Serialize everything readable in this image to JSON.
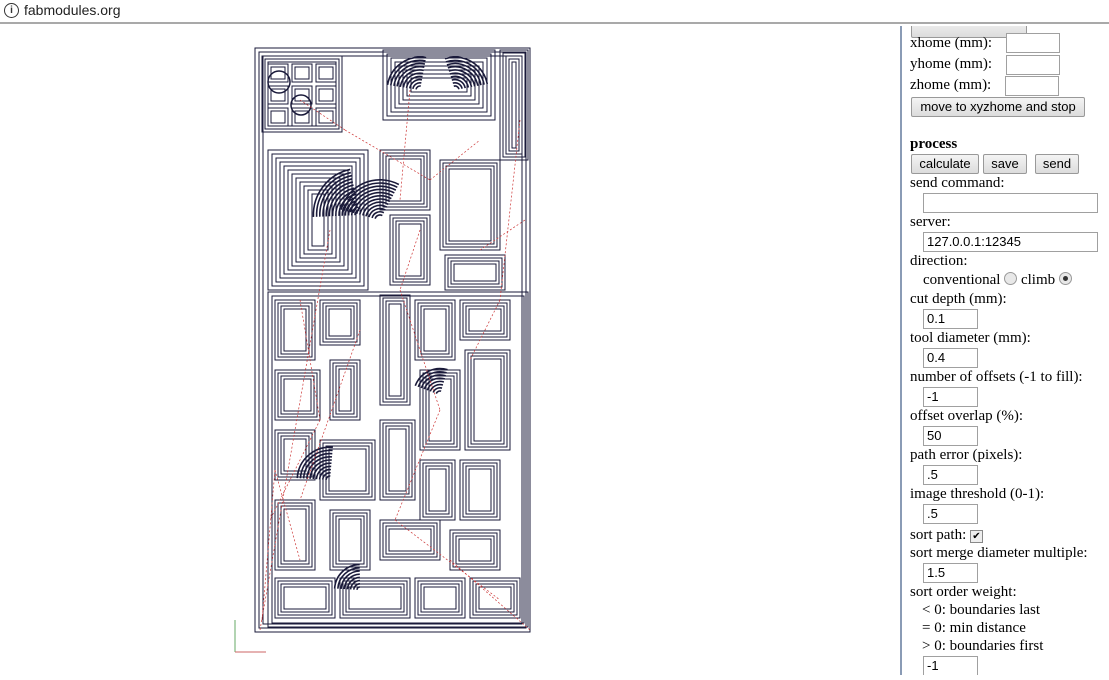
{
  "browser": {
    "url": "fabmodules.org",
    "info_icon": "info-icon"
  },
  "panel": {
    "xhome_label": "xhome (mm):",
    "xhome_value": "",
    "yhome_label": "yhome (mm):",
    "yhome_value": "",
    "zhome_label": "zhome (mm):",
    "zhome_value": "",
    "move_home_button": "move to xyzhome and stop",
    "process_heading": "process",
    "calculate_button": "calculate",
    "save_button": "save",
    "send_button": "send",
    "send_command_label": "send command:",
    "send_command_value": "",
    "server_label": "server:",
    "server_value": "127.0.0.1:12345",
    "direction_label": "direction:",
    "conventional_label": "conventional",
    "climb_label": "climb",
    "direction_selected": "climb",
    "cut_depth_label": "cut depth (mm):",
    "cut_depth_value": "0.1",
    "tool_diameter_label": "tool diameter (mm):",
    "tool_diameter_value": "0.4",
    "offsets_label": "number of offsets (-1 to fill):",
    "offsets_value": "-1",
    "overlap_label": "offset overlap (%):",
    "overlap_value": "50",
    "path_error_label": "path error (pixels):",
    "path_error_value": ".5",
    "threshold_label": "image threshold (0-1):",
    "threshold_value": ".5",
    "sort_path_label": "sort path:",
    "sort_path_checked": true,
    "merge_label": "sort merge diameter multiple:",
    "merge_value": "1.5",
    "order_label": "sort order weight:",
    "order_hint_1": "< 0: boundaries last",
    "order_hint_2": "= 0: min distance",
    "order_hint_3": "> 0: boundaries first",
    "order_value": "-1"
  },
  "colors": {
    "path": "#1a1a3a",
    "move": "#cc3333",
    "axis_x": "#cc6666",
    "axis_y": "#66aa66"
  }
}
